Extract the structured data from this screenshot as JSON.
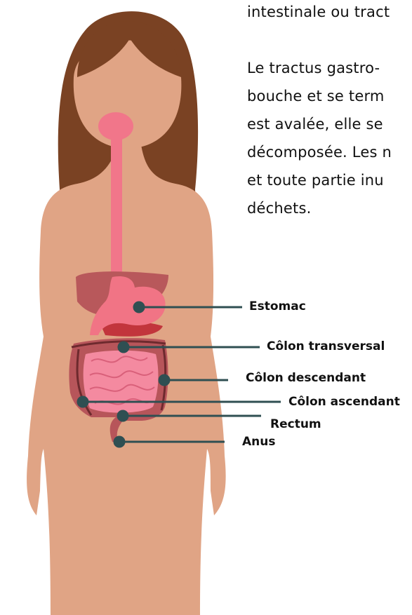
{
  "text": {
    "line1": "intestinale ou tract",
    "line2": "Le tractus gastro-",
    "line3": "bouche et se term",
    "line4": "est avalée, elle se",
    "line5": "décomposée. Les n",
    "line6": "et toute partie inu",
    "line7": "déchets."
  },
  "labels": {
    "estomac": "Estomac",
    "colon_transversal": "Côlon transversal",
    "colon_descendant": "Côlon descendant",
    "colon_ascendant": "Côlon ascendant",
    "rectum": "Rectum",
    "anus": "Anus"
  },
  "colors": {
    "hair": "#7a4223",
    "skin": "#e0a485",
    "mouth": "#f1768a",
    "esophagus": "#f1768a",
    "liver": "#b8585b",
    "stomach": "#f17485",
    "pancreas": "#c2353c",
    "colon": "#b7555a",
    "small_intestine": "#f48aa0",
    "leader_line": "#2f4f52"
  }
}
